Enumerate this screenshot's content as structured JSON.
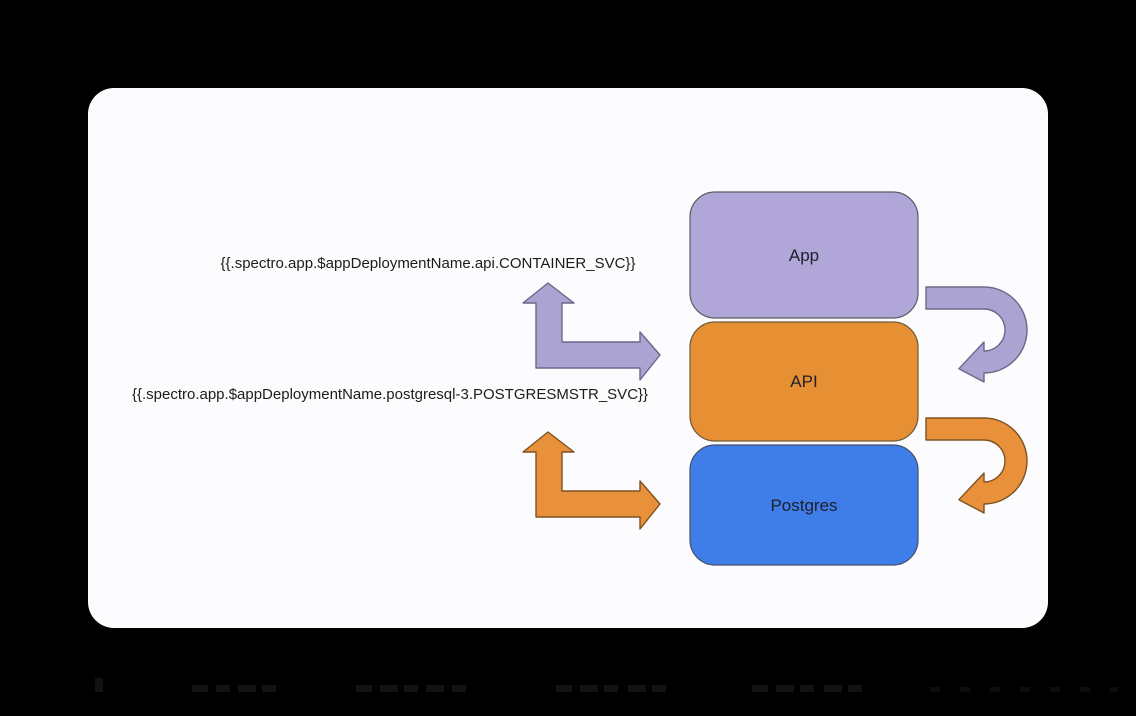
{
  "scene": {
    "background": "#000000",
    "card_color": "#fcfbfd"
  },
  "diagram": {
    "service_labels": [
      {
        "id": "api-container-svc",
        "text": "{{.spectro.app.$appDeploymentName.api.CONTAINER_SVC}}"
      },
      {
        "id": "postgres-master-svc",
        "text": "{{.spectro.app.$appDeploymentName.postgresql-3.POSTGRESMSTR_SVC}}"
      }
    ],
    "nodes": [
      {
        "id": "app",
        "label": "App",
        "fill": "#b1a6d8",
        "stroke": "#5b5b66"
      },
      {
        "id": "api",
        "label": "API",
        "fill": "#e78f33",
        "stroke": "#6e5a3a"
      },
      {
        "id": "postgres",
        "label": "Postgres",
        "fill": "#3f7ee9",
        "stroke": "#44506b"
      }
    ],
    "arrows": [
      {
        "id": "elbow-arrow-api-service",
        "color_name": "purple",
        "fill": "#aba4d3",
        "stroke": "#6b6789"
      },
      {
        "id": "elbow-arrow-postgres-service",
        "color_name": "orange",
        "fill": "#e8913a",
        "stroke": "#7c5222"
      },
      {
        "id": "uturn-arrow-app-to-api",
        "color_name": "purple",
        "fill": "#aba4d3",
        "stroke": "#6b6789"
      },
      {
        "id": "uturn-arrow-api-to-postgres",
        "color_name": "orange",
        "fill": "#e8913a",
        "stroke": "#7c5222"
      }
    ]
  }
}
